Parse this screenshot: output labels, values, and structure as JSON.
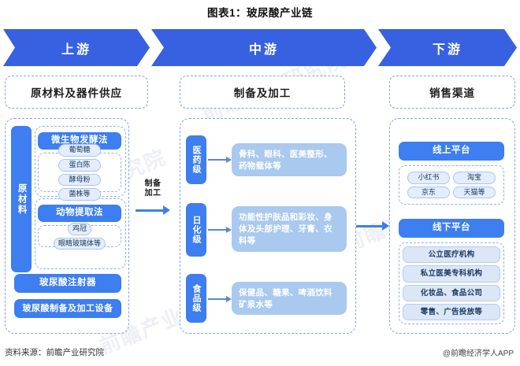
{
  "title": "图表1：玻尿酸产业链",
  "banners": [
    {
      "label": "上游"
    },
    {
      "label": "中游"
    },
    {
      "label": "下游"
    }
  ],
  "upstream": {
    "header": "原材料及器件供应",
    "vertical_label": "原材料",
    "methods": [
      {
        "name": "微生物发酵法",
        "items": [
          "葡萄糖",
          "蛋白陈",
          "酵母粉",
          "菌株等"
        ]
      },
      {
        "name": "动物提取法",
        "items": [
          "鸡冠",
          "眼睛玻璃体等"
        ]
      }
    ],
    "devices": [
      "玻尿酸注射器",
      "玻尿酸制备及加工设备"
    ]
  },
  "connector": {
    "prep_label": "制备\n加工"
  },
  "midstream": {
    "header": "制备及加工",
    "grades": [
      {
        "grade": "医药级",
        "desc": "骨科、眼科、医美整形、药物载体等"
      },
      {
        "grade": "日化级",
        "desc": "功能性护肤品和彩妆、身体及头部护理、牙膏、衣料等"
      },
      {
        "grade": "食品级",
        "desc": "保健品、糖果、啤酒饮料矿泉水等"
      }
    ]
  },
  "downstream": {
    "header": "销售渠道",
    "online": {
      "name": "线上平台",
      "items": [
        "小红书",
        "淘宝",
        "京东",
        "天猫等"
      ]
    },
    "offline": {
      "name": "线下平台",
      "items": [
        "公立医疗机构",
        "私立医美专科机构",
        "化妆品、食品公司",
        "零售、广告投放等"
      ]
    }
  },
  "footer": {
    "source": "资料来源：前瞻产业研究院",
    "credit": "@前瞻经济学人APP"
  },
  "watermarks": [
    "前瞻产业研究院",
    "前瞻产业研究院",
    "前瞻产业研究院",
    "前瞻产业研究院"
  ],
  "colors": {
    "banner_blue": "#3761e0",
    "button_blue": "#3d7ef0",
    "desc_blue": "#a9c9ef",
    "pill_blue": "#e4edfb",
    "dash_border": "#7aa2e8"
  }
}
